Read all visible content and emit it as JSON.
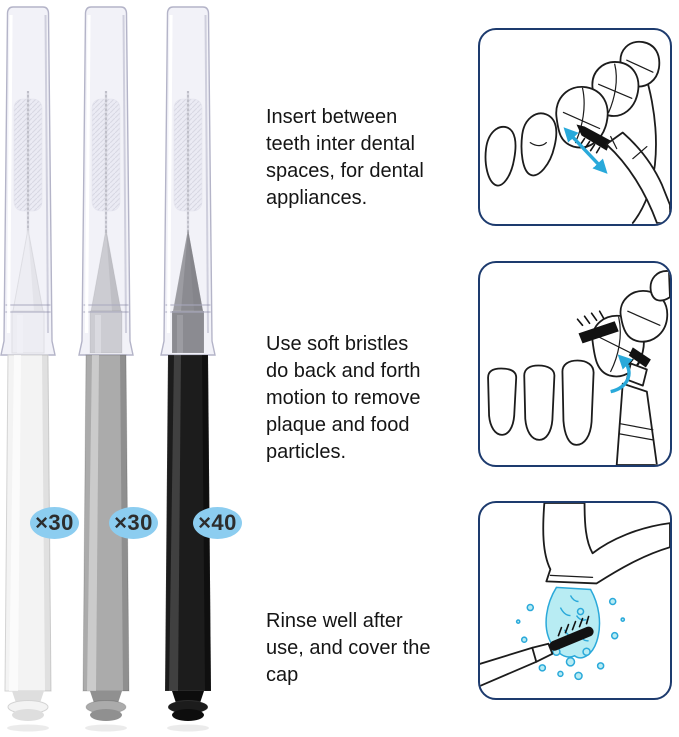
{
  "brushes": [
    {
      "name": "white-interdental-brush",
      "label": "×30",
      "handle_color": "#f3f3f3"
    },
    {
      "name": "gray-interdental-brush",
      "label": "×30",
      "handle_color": "#ababab"
    },
    {
      "name": "black-interdental-brush",
      "label": "×40",
      "handle_color": "#1c1c1c"
    }
  ],
  "badge": {
    "background": "#8ccdf0",
    "text_color": "#2d2d2d"
  },
  "instructions": [
    {
      "step": 1,
      "text": "Insert between\nteeth inter dental\nspaces, for dental\nappliances.",
      "illustration": "brush-inserted-between-teeth-with-double-arrow"
    },
    {
      "step": 2,
      "text": "Use soft bristles\ndo back and forth\nmotion to remove\nplaque and food\nparticles.",
      "illustration": "brush-moving-back-and-forth-on-teeth-with-curved-arrow"
    },
    {
      "step": 3,
      "text": "Rinse well after\nuse, and cover the\ncap",
      "illustration": "brush-rinsed-under-running-faucet"
    }
  ],
  "colors": {
    "panel_border": "#1d3b6e",
    "accent_arrow": "#29a9da",
    "water_fill": "#b8ecf3",
    "text": "#151515",
    "line_art": "#1c1c1c"
  }
}
